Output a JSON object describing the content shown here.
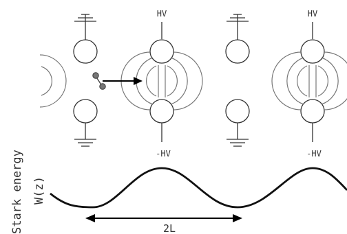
{
  "labels": {
    "hv_positive": "HV",
    "hv_negative": "-HV",
    "axis_line1": "Stark energy",
    "axis_line2": "W(z)",
    "period": "2L"
  },
  "colors": {
    "ink": "#333333",
    "field_lines": "#777777",
    "curve": "#111111",
    "molecule": "#777777"
  },
  "icons": {
    "ground": "ground-symbol-icon",
    "electrode": "rod-electrode-circle",
    "molecule": "dumbbell-molecule-icon"
  }
}
